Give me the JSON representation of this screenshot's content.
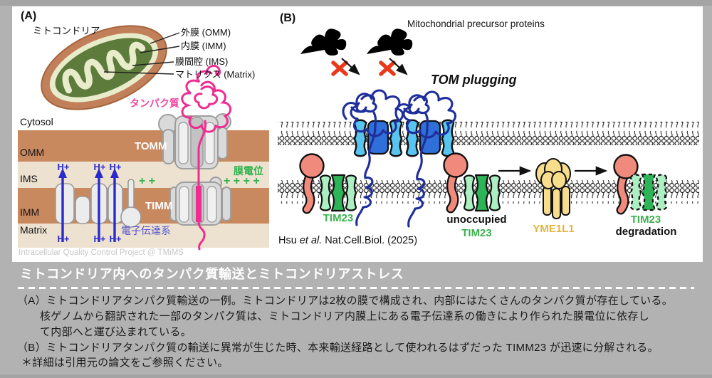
{
  "panel_a": {
    "label": "(A)",
    "organelle_label": "ミトコンドリア",
    "callouts": [
      "外膜 (OMM)",
      "内膜 (IMM)",
      "膜間腔 (IMS)",
      "マトリクス (Matrix)"
    ],
    "protein_label": "タンパク質",
    "regions": {
      "cytosol": "Cytosol",
      "omm": "OMM",
      "ims": "IMS",
      "imm": "IMM",
      "matrix": "Matrix"
    },
    "tomm_label": "TOMM",
    "timm_label": "TIMM",
    "membrane_potential_label": "膜電位",
    "plus_signs_right": "+ + + +",
    "plus_signs_left": "+ +",
    "proton_label": "H+",
    "etc_label": "電子伝達系",
    "watermark": "Intracellular Quality Control Project @ TMiMS"
  },
  "panel_b": {
    "label": "(B)",
    "precursor_label": "Mitochondrial precursor proteins",
    "tom_plugging_label": "TOM plugging",
    "tim23_label": "TIM23",
    "unoccupied_line1": "unoccupied",
    "unoccupied_line2": "TIM23",
    "yme1l1_label": "YME1L1",
    "degradation_line1": "TIM23",
    "degradation_line2": "degradation",
    "citation_pre": "Hsu ",
    "citation_italic": "et al.",
    "citation_post": " Nat.Cell.Biol. (2025)"
  },
  "caption": {
    "title": "ミトコンドリア内へのタンパク質輸送とミトコンドリアストレス",
    "lines": [
      "（A）ミトコンドリアタンパク質輸送の一例。ミトコンドリアは2枚の膜で構成され、内部にはたくさんのタンパク質が存在している。",
      "核ゲノムから翻訳された一部のタンパク質は、ミトコンドリア内膜上にある電子伝達系の働きにより作られた膜電位に依存し",
      "て内部へと運び込まれている。",
      "（B）ミトコンドリアタンパク質の輸送に異常が生じた時、本来輸送経路として使われるはずだった TIMM23 が迅速に分解される。",
      "＊詳細は引用元の論文をご参照ください。"
    ]
  },
  "colors": {
    "page-gray": "#b2b2b2",
    "strip-gray": "#a4a4a4",
    "band-brown": "#c9895f",
    "band-beige": "#ede2d0",
    "pink": "#ee2d90",
    "magenta-label": "#f247a1",
    "blue": "#2a2ace",
    "etc-blue": "#5252cf",
    "green-label": "#3cb14e",
    "green": "#2fb34c",
    "navy": "#1e2e9b",
    "tom-lobe": "#58c4f0",
    "tom-core": "#2f6fd9",
    "salmon": "#f08a7c",
    "tim-light": "#abefc3",
    "tim-dark": "#2db457",
    "yellow": "#f8dd8d",
    "yellow-label": "#e3b43e",
    "redx": "#e8391d",
    "squig": "#e04ee0",
    "caption-text": "#1a1a1a"
  }
}
